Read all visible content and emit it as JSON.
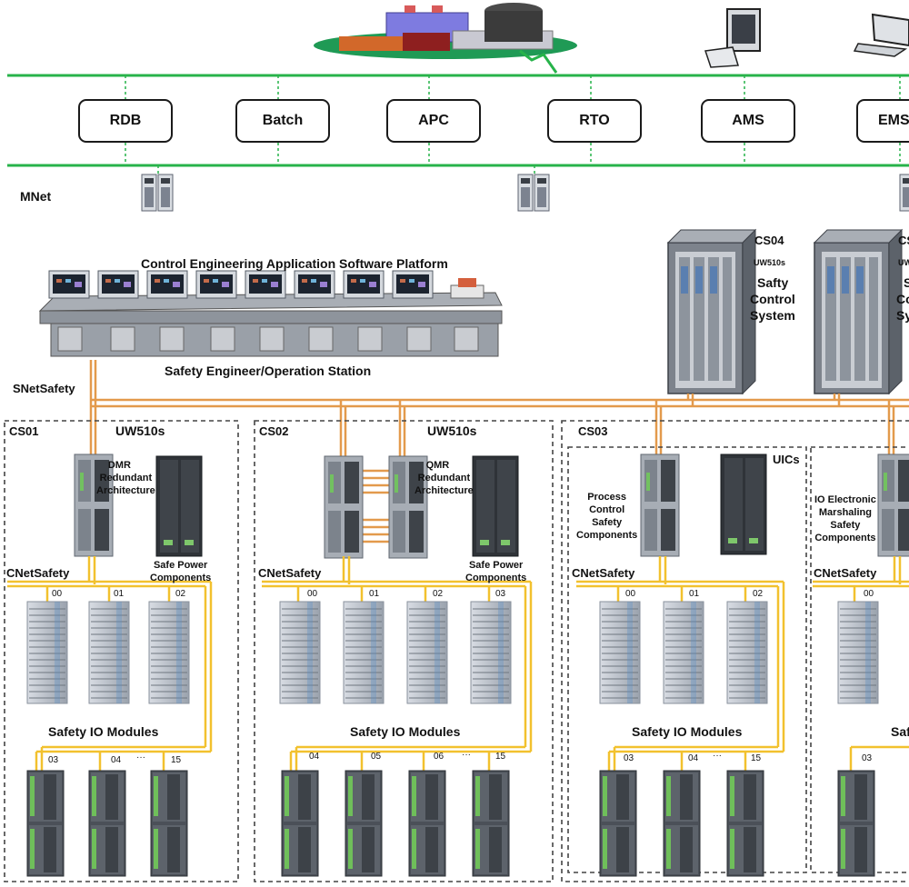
{
  "apps": [
    "RDB",
    "Batch",
    "APC",
    "RTO",
    "AMS",
    "EMS"
  ],
  "mnet_label": "MNet",
  "platform_title": "Control Engineering Application Software Platform",
  "station_label": "Safety Engineer/Operation Station",
  "snet_label": "SNetSafety",
  "cs04": {
    "id": "CS04",
    "model": "UW510s",
    "desc": [
      "Safty",
      "Control",
      "System"
    ]
  },
  "cs05": {
    "id": "CS",
    "model": "UW",
    "desc": [
      "S",
      "Co",
      "Sy"
    ]
  },
  "cs01": {
    "id": "CS01",
    "model": "UW510s",
    "arch": [
      "DMR",
      "Redundant",
      "Architecture"
    ],
    "power": [
      "Safe Power",
      "Components"
    ],
    "cnet": "CNetSafety",
    "io_label": "Safety IO Modules",
    "top_nums": [
      "00",
      "01",
      "02"
    ],
    "bot_nums": [
      "03",
      "04",
      "···",
      "15"
    ]
  },
  "cs02": {
    "id": "CS02",
    "model": "UW510s",
    "arch": [
      "QMR",
      "Redundant",
      "Architecture"
    ],
    "power": [
      "Safe Power",
      "Components"
    ],
    "cnet": "CNetSafety",
    "io_label": "Safety IO Modules",
    "top_nums": [
      "00",
      "01",
      "02",
      "03"
    ],
    "bot_nums": [
      "04",
      "05",
      "06",
      "···",
      "15"
    ]
  },
  "cs03": {
    "id": "CS03",
    "uics": "UICs",
    "proc": [
      "Process",
      "Control",
      "Safety",
      "Components"
    ],
    "cnet": "CNetSafety",
    "io_label": "Safety IO Modules",
    "top_nums": [
      "00",
      "01",
      "02"
    ],
    "bot_nums": [
      "03",
      "04",
      "···",
      "15"
    ]
  },
  "cs06": {
    "marsh": [
      "IO Electronic",
      "Marshaling",
      "Safety",
      "Components"
    ],
    "cnet": "CNetSafety",
    "io_label": "Saf",
    "top_nums": [
      "00"
    ],
    "bot_nums": [
      "03"
    ]
  },
  "colors": {
    "network": "#27b34a",
    "safety_net": "#e39a4c",
    "cnet": "#f2c12e",
    "dash": "#444444"
  }
}
